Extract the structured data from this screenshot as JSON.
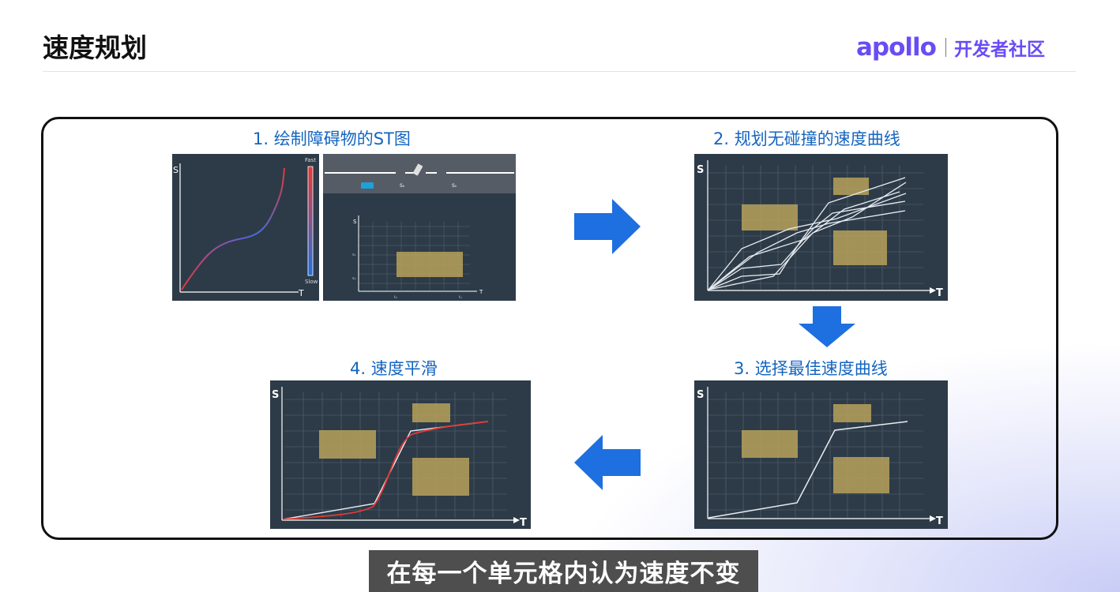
{
  "header": {
    "title": "速度规划",
    "logo_word": "apollo",
    "logo_sub": "开发者社区"
  },
  "steps": [
    {
      "title": "1. 绘制障碍物的ST图"
    },
    {
      "title": "2. 规划无碰撞的速度曲线"
    },
    {
      "title": "3. 选择最佳速度曲线"
    },
    {
      "title": "4. 速度平滑"
    }
  ],
  "axis_labels": {
    "s": "S",
    "t": "T"
  },
  "panel1": {
    "legend_fast": "Fast",
    "legend_slow": "Slow",
    "road_s0": "S₀",
    "road_s1": "S₁",
    "st_t0": "t₀",
    "st_t1": "t₁",
    "st_y1": "s₁",
    "st_y0": "s₀"
  },
  "colors": {
    "accent_blue": "#1565c0",
    "arrow_blue": "#1e6fe0",
    "panel_bg": "#2d3b48",
    "obstacle": "#b8a25a",
    "smooth_curve": "#e53935",
    "logo": "#6a4cf5"
  },
  "caption": "在每一个单元格内认为速度不变"
}
